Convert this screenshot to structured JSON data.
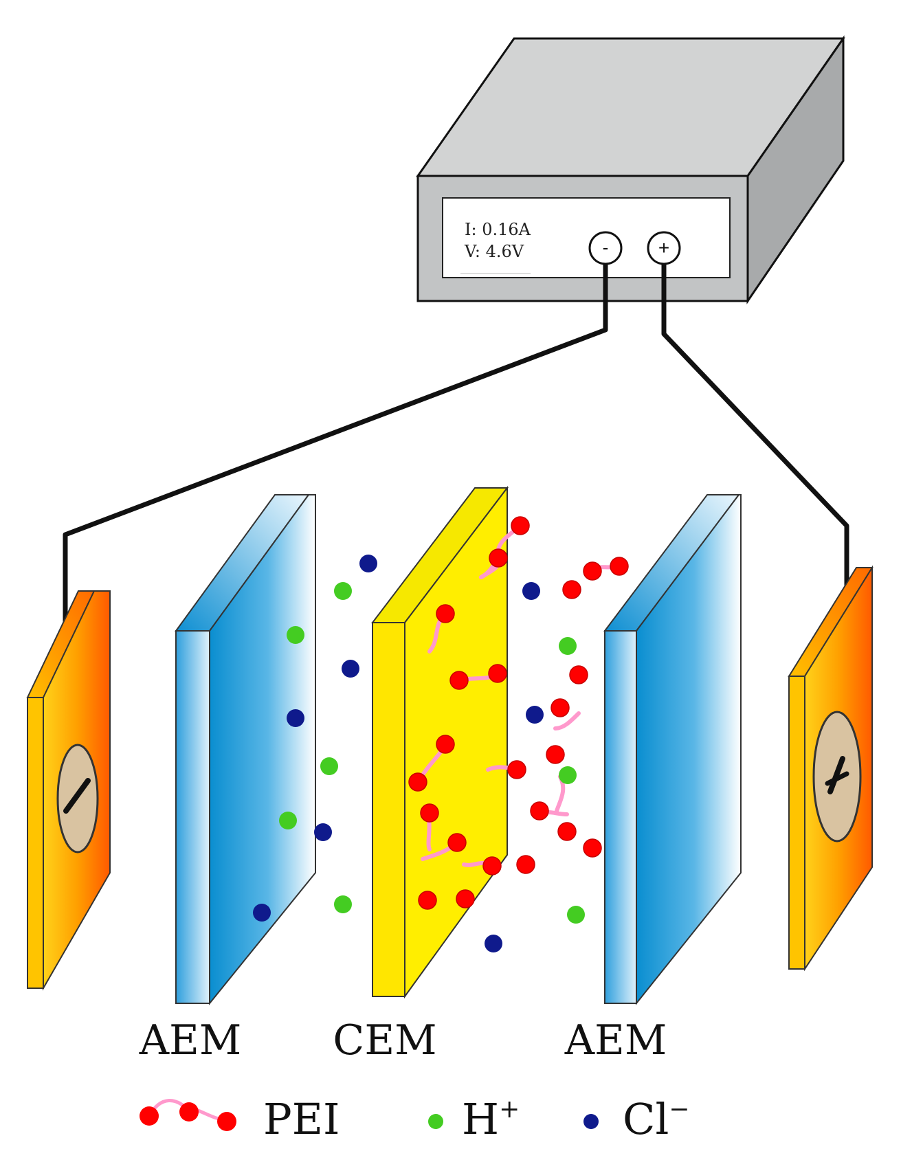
{
  "power_supply": {
    "current_readout": "I: 0.16A",
    "voltage_readout": "V: 4.6V",
    "negative_terminal": "-",
    "positive_terminal": "+"
  },
  "membranes": {
    "left_label": "AEM",
    "center_label": "CEM",
    "right_label": "AEM"
  },
  "legend": {
    "pei_label": "PEI",
    "proton_label": "H",
    "proton_charge": "+",
    "chloride_label": "Cl",
    "chloride_charge": "−"
  },
  "colors": {
    "electrode_orange": "#ff7a00",
    "electrode_yellow": "#ffd21a",
    "aem_blue": "#1a9ad6",
    "cem_yellow": "#ffee00",
    "pei_red": "#ff0000",
    "pei_link_pink": "#ff9ad0",
    "proton_green": "#44cc22",
    "chloride_navy": "#0f1a8c",
    "device_gray": "#c9c9c9"
  },
  "icons": {
    "cathode_symbol": "minus-slash-icon",
    "anode_symbol": "crossed-slash-icon"
  }
}
